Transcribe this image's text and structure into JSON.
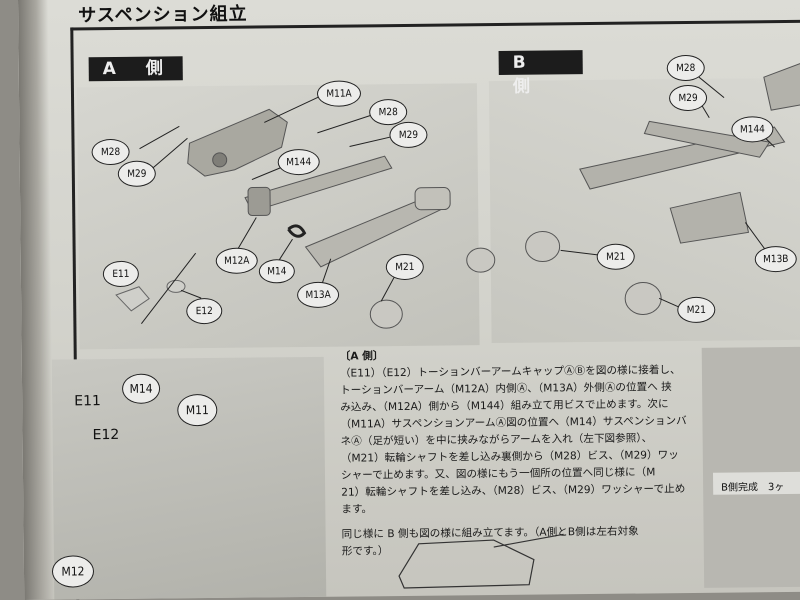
{
  "title": "サスペンション組立",
  "sides": {
    "a": "A 側",
    "b": "B 側"
  },
  "callouts_a": {
    "m11a": "M11A",
    "m28_left": "M28",
    "m29_left": "M29",
    "m28_right": "M28",
    "m29_right": "M29",
    "m144": "M144",
    "m12a": "M12A",
    "m14": "M14",
    "m13a": "M13A",
    "m21": "M21",
    "e11": "E11",
    "e12": "E12"
  },
  "callouts_b": {
    "m28": "M28",
    "m29": "M29",
    "m144": "M144",
    "m21_top": "M21",
    "m13b": "M13B",
    "m21_bottom": "M21"
  },
  "detail_labels": {
    "m14": "M14",
    "m11": "M11",
    "e11": "E11",
    "e12": "E12",
    "m12": "M12"
  },
  "description": {
    "heading": "〔A 側〕",
    "lines": [
      "（E11）（E12）トーションバーアームキャップⒶⒷを図の様に接着し、",
      "トーションバーアーム（M12A）内側Ⓐ、（M13A）外側Ⓐの位置へ 挟",
      "み込み、（M12A）側から（M144）組み立て用ビスで止めます。次に",
      "（M11A）サスペンションアームⒶ図の位置へ（M14）サスペンションバ",
      "ネⒶ（足が短い）を中に挟みながらアームを入れ（左下図参照）、",
      "（M21）転輪シャフトを差し込み裏側から（M28）ビス、（M29）ワッ",
      "シャーで止めます。又、図の様にもう一個所の位置へ同じ様に（M",
      "21）転輪シャフトを差し込み、（M28）ビス、（M29）ワッシャーで止め",
      "ます。"
    ],
    "note_lines": [
      "同じ様に B 側も図の様に組み立てます。（A側とB側は左右対象",
      "形です。）"
    ]
  },
  "caption": "B側完成　3ヶ"
}
